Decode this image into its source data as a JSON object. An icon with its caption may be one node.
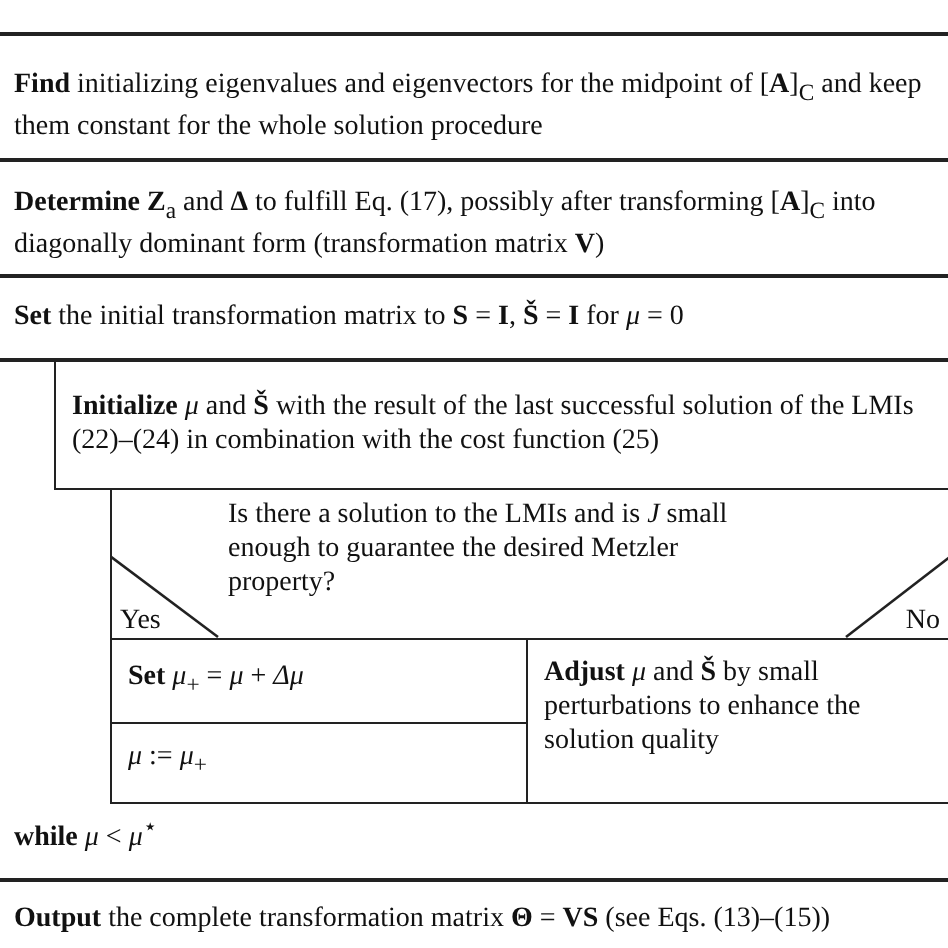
{
  "diagram": {
    "nodes": [
      {
        "text": [],
        "shape": "box"
      },
      {
        "text": [
          "**Find** initializing eigenvalues and eigenvectors for the midpoint of [**A**]$_{C}$ and keep them constant for the whole solution procedure"
        ]
      },
      {
        "text": [
          "**Determine** **Z**$_{a}$ and **Δ** to fulfill Eq. (17), possibly after transforming [**A**]$_{C}$ into diagonally dominant form (transformation matrix **V**)"
        ]
      },
      {
        "text": [
          "**Set** the initial transformation matrix to **S** = **I**, **Š** = **I** for *μ* = 0"
        ]
      },
      {
        "text": [
          "**while** *μ* < *μ*$^{⋆}$"
        ]
      },
      {
        "text": [
          "**Initialize** *μ* and **Š** with the result of the last successful solution of the LMIs (22)–(24) in combination with the cost function (25)"
        ],
        "in": 4
      },
      {
        "text": [
          "Is there a solution to the LMIs and is *J* small enough to guarantee the desired Metzler property?",
          "Yes",
          "No"
        ],
        "in": 4
      },
      {
        "text": [
          "**Set** *μ*$_{+}$ = *μ* + *Δμ*"
        ],
        "in": 4
      },
      {
        "text": [
          "*μ* := *μ*$_{+}$"
        ],
        "in": 4
      },
      {
        "text": [
          "**Adjust** *μ* and **Š** by small perturbations to enhance the solution quality"
        ],
        "in": 4
      },
      {
        "text": [
          "**Output** the complete transformation matrix **Θ** = **VS** (see Eqs. (13)–(15))"
        ]
      }
    ],
    "edges": []
  }
}
